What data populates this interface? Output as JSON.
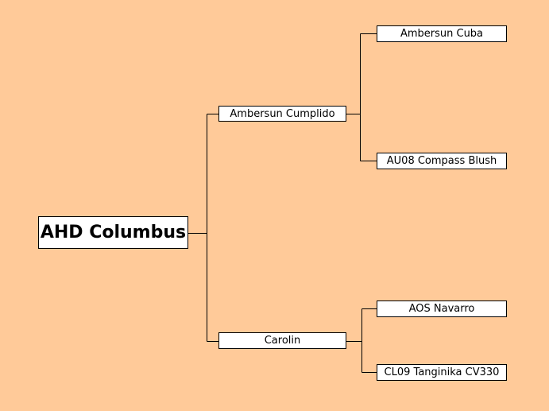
{
  "pedigree": {
    "root": {
      "name": "AHD Columbus"
    },
    "sire": {
      "name": "Ambersun Cumplido",
      "sire": {
        "name": "Ambersun Cuba"
      },
      "dam": {
        "name": "AU08 Compass Blush"
      }
    },
    "dam": {
      "name": "Carolin",
      "sire": {
        "name": "AOS Navarro"
      },
      "dam": {
        "name": "CL09 Tanginika CV330"
      }
    }
  },
  "colors": {
    "background": "#FFCA99",
    "box_fill": "#FFFFFF",
    "box_border": "#000000",
    "connector": "#000000"
  }
}
